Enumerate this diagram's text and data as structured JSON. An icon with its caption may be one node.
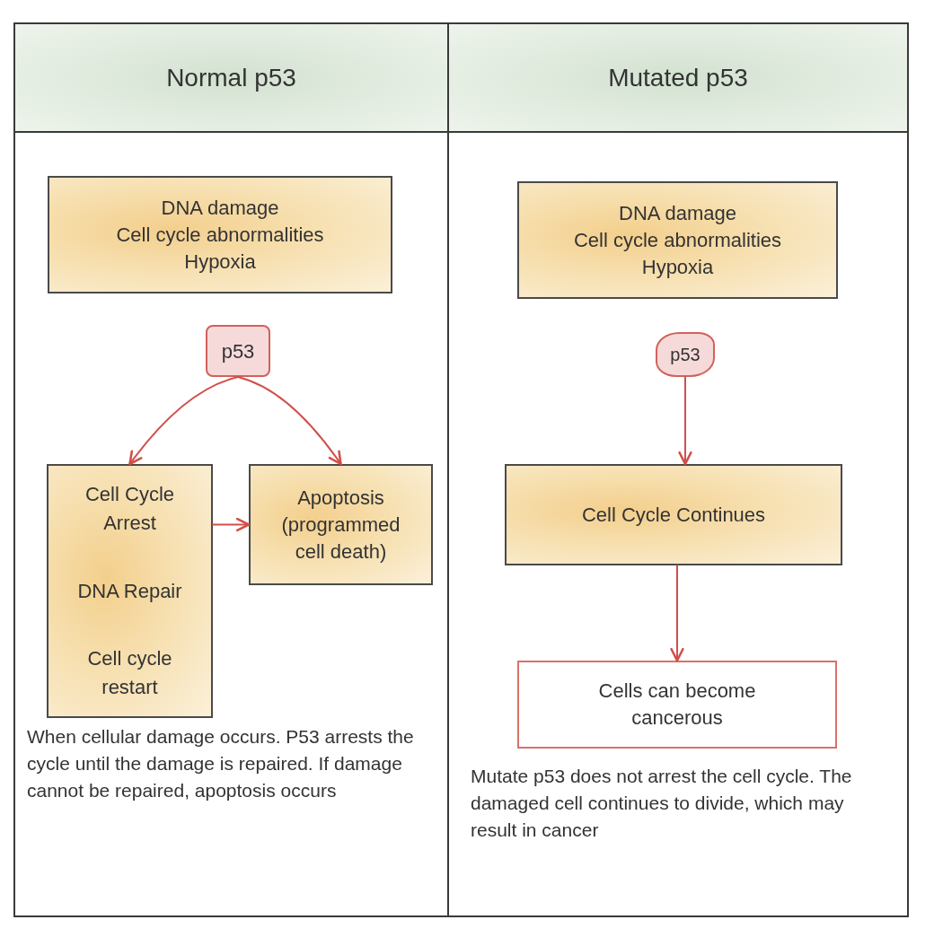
{
  "diagram": {
    "nodes": [
      {
        "text": [
          "Normal p53"
        ]
      },
      {
        "text": [
          "Mutated p53"
        ]
      },
      {
        "text": [
          "DNA damage",
          "Cell cycle abnormalities",
          "Hypoxia"
        ],
        "in": 0
      },
      {
        "text": [
          "p53"
        ],
        "in": 0
      },
      {
        "text": [
          "Cell Cycle Arrest",
          "DNA Repair",
          "Cell cycle restart"
        ],
        "in": 0
      },
      {
        "text": [
          "Apoptosis",
          "(programmed cell death)"
        ],
        "in": 0
      },
      {
        "text": [
          "DNA damage",
          "Cell cycle abnormalities",
          "Hypoxia"
        ],
        "in": 1
      },
      {
        "text": [
          "p53"
        ],
        "in": 1
      },
      {
        "text": [
          "Cell Cycle Continues"
        ],
        "in": 1
      },
      {
        "text": [
          "Cells can become cancerous"
        ],
        "in": 1
      }
    ],
    "edges": [
      {
        "from": 3,
        "to": 4,
        "arrow": "to"
      },
      {
        "from": 3,
        "to": 5,
        "arrow": "to"
      },
      {
        "from": 4,
        "to": 5,
        "arrow": "to"
      },
      {
        "from": 7,
        "to": 8,
        "arrow": "to"
      },
      {
        "from": 8,
        "to": 9,
        "arrow": "to"
      }
    ],
    "labels": [
      "When cellular damage occurs. P53 arrests the cycle until the damage is repaired. If damage cannot be repaired, apoptosis occurs",
      "Mutate p53 does not arrest the cell cycle. The damaged cell continues to divide, which may result in cancer"
    ]
  }
}
